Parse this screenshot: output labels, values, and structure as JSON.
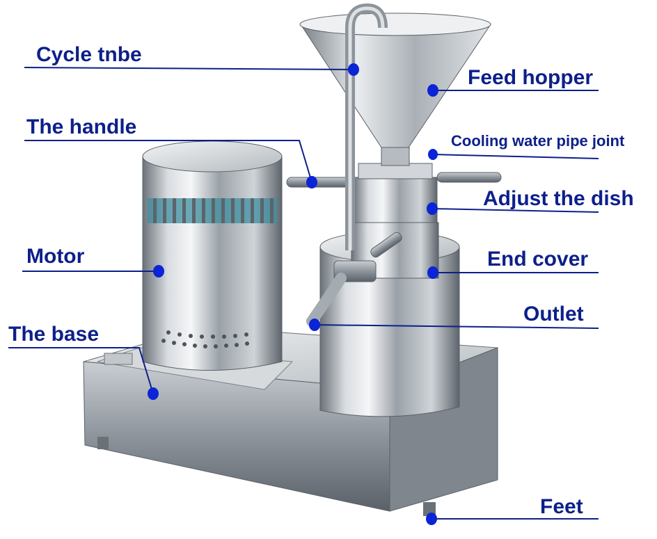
{
  "labels": {
    "cycle_tube": "Cycle tnbe",
    "handle": "The handle",
    "motor": "Motor",
    "base": "The base",
    "feed_hopper": "Feed hopper",
    "cooling_joint": "Cooling water pipe joint",
    "adjust_dish": "Adjust the dish",
    "end_cover": "End cover",
    "outlet": "Outlet",
    "feet": "Feet"
  },
  "colors": {
    "label": "#0d1f8a",
    "dot": "#0b24d6",
    "steel_light": "#e6e9ec",
    "steel_mid": "#a9afb5",
    "steel_dark": "#5d646b",
    "vent_teal": "#3d8fa0"
  }
}
